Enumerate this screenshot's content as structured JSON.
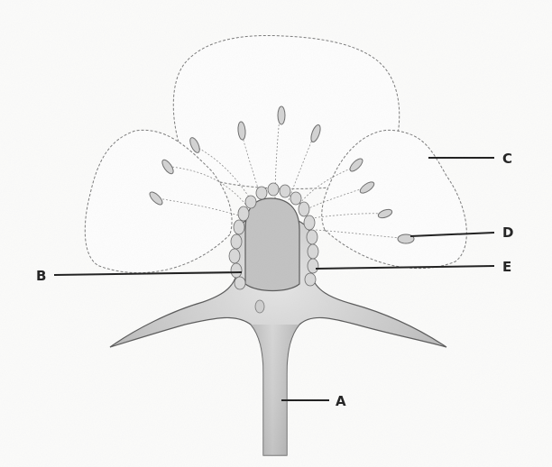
{
  "diagram": {
    "labels": {
      "a": "A",
      "b": "B",
      "c": "C",
      "d": "D",
      "e": "E"
    }
  },
  "colors": {
    "outline": "#5a5a5a",
    "receptacle_fill": "#c9c9c9",
    "receptacle_dark": "#9a9a9a",
    "stamen_fill": "#cfcfcf",
    "label_text": "#222222"
  }
}
